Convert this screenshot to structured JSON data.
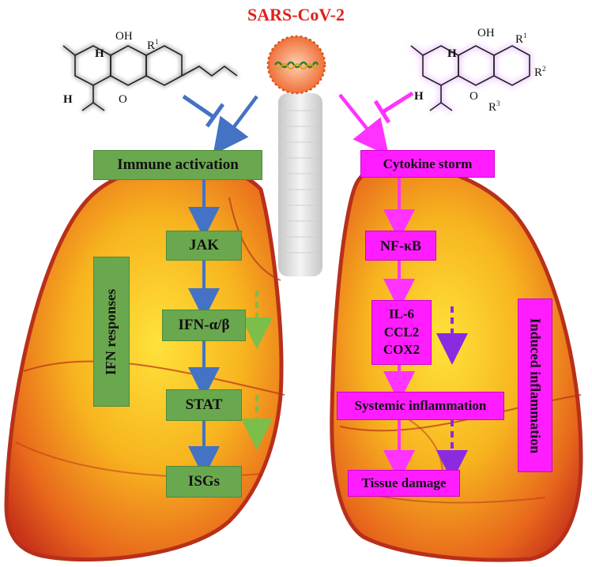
{
  "title": "SARS-CoV-2",
  "left_pathway": {
    "top_box": "Immune activation",
    "steps": [
      "JAK",
      "IFN-α/β",
      "STAT",
      "ISGs"
    ],
    "side_label": "IFN responses",
    "color": "#6aa84f",
    "arrow_color": "#4472c4"
  },
  "right_pathway": {
    "top_box": "Cytokine storm",
    "steps": [
      "NF-κB",
      "IL-6",
      "CCL2",
      "COX2",
      "Systemic inflammation",
      "Tissue damage"
    ],
    "side_label": "Induced inflammation",
    "color": "#ff1dff",
    "arrow_color": "#ff33ff"
  },
  "left_molecule": {
    "labels": [
      "OH",
      "R",
      "1",
      "H",
      "H",
      "O"
    ]
  },
  "right_molecule": {
    "labels": [
      "OH",
      "R",
      "1",
      "R",
      "2",
      "H",
      "H",
      "O",
      "R",
      "3"
    ]
  },
  "colors": {
    "lung_outer": "#c0361f",
    "lung_inner": "#f5a623",
    "virus": "#e65a1e",
    "decrease_green": "#7bbf4a",
    "decrease_purple": "#8a2be2"
  }
}
